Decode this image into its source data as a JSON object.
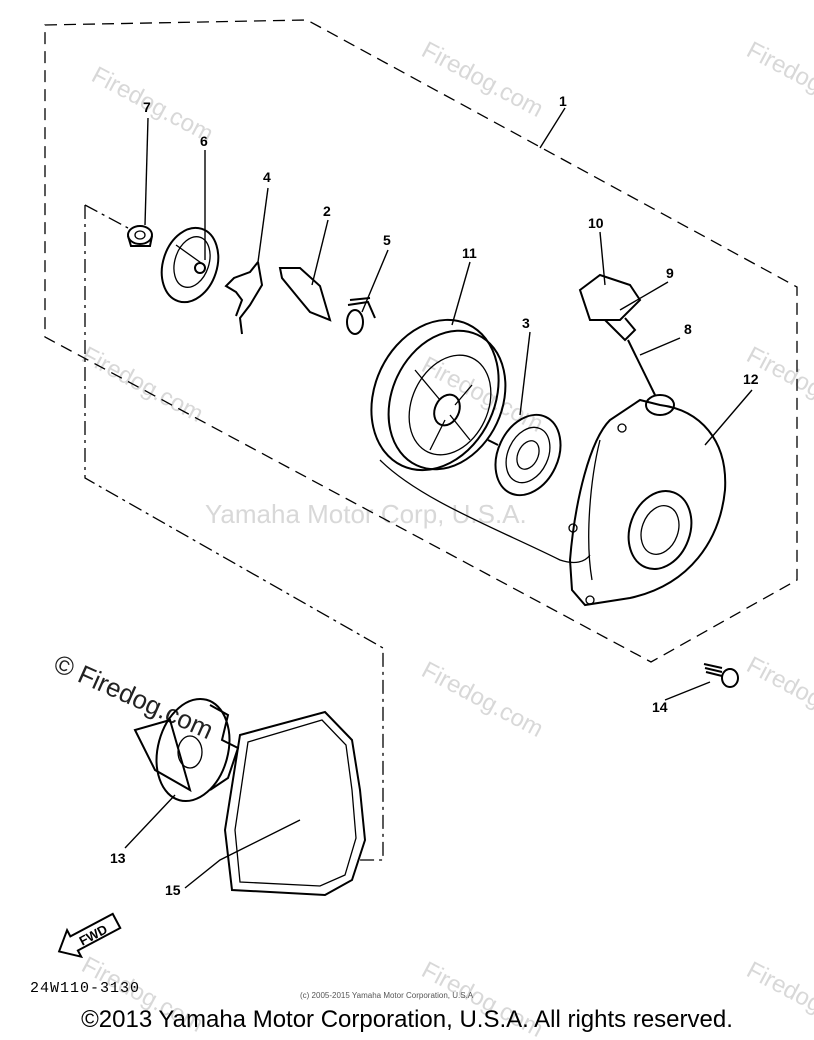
{
  "callouts": {
    "p1": "1",
    "p2": "2",
    "p3": "3",
    "p4": "4",
    "p5": "5",
    "p6": "6",
    "p7": "7",
    "p8": "8",
    "p9": "9",
    "p10": "10",
    "p11": "11",
    "p12": "12",
    "p13": "13",
    "p14": "14",
    "p15": "15"
  },
  "watermarks": {
    "firedog": "Firedog.com",
    "firedog_copy": "© Firedog.com",
    "yamaha": "Yamaha Motor Corp, U.S.A."
  },
  "direction_arrow": "FWD",
  "ref_code": "24W110-3130",
  "tiny_copyright": "(c) 2005-2015 Yamaha Motor Corporation, U.S.A",
  "copyright": "©2013 Yamaha Motor Corporation, U.S.A. All rights reserved."
}
